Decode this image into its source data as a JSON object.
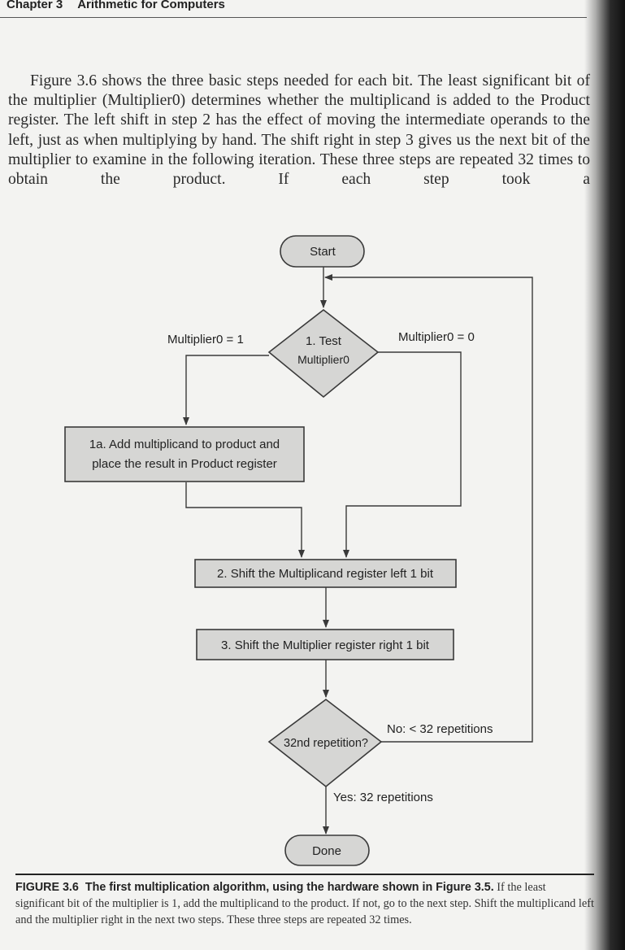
{
  "page_header": {
    "chapter": "Chapter 3",
    "title": "Arithmetic for Computers"
  },
  "body_paragraph": "Figure 3.6 shows the three basic steps needed for each bit. The least significant bit of the multiplier (Multiplier0) determines whether the multiplicand is added to the Product register. The left shift in step 2 has the effect of moving the intermediate operands to the left, just as when multiplying by hand. The shift right in step 3 gives us the next bit of the multiplier to examine in the following iteration. These three steps are repeated 32 times to obtain the product. If each step took a",
  "flowchart": {
    "start": "Start",
    "test_line1": "1. Test",
    "test_line2": "Multiplier0",
    "branch_one": "Multiplier0 = 1",
    "branch_zero": "Multiplier0 = 0",
    "step1a_line1": "1a. Add multiplicand to product and",
    "step1a_line2": "place the result in Product register",
    "step2": "2. Shift the Multiplicand register left 1 bit",
    "step3": "3. Shift the Multiplier register right 1 bit",
    "repetition_test": "32nd repetition?",
    "no_label": "No: < 32 repetitions",
    "yes_label": "Yes: 32 repetitions",
    "done": "Done"
  },
  "caption": {
    "label": "FIGURE 3.6",
    "title": "The first multiplication algorithm, using the hardware shown in Figure 3.5.",
    "text": "If the least significant bit of the multiplier is 1, add the multiplicand to the product. If not, go to the next step. Shift the multiplicand left and the multiplier right in the next two steps. These three steps are repeated 32 times."
  },
  "colors": {
    "box_fill": "#d6d6d4",
    "line": "#3a3a3a"
  }
}
